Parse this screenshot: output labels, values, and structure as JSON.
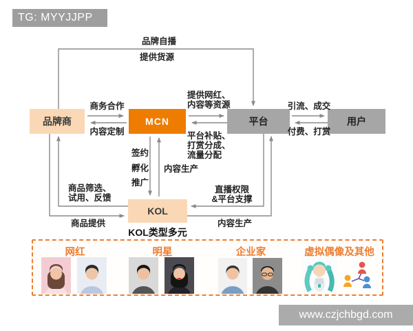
{
  "watermark_top": "TG: MYYJJPP",
  "watermark_bottom": "www.czjchbgd.com",
  "nodes": {
    "brand": "品牌商",
    "mcn": "MCN",
    "platform": "平台",
    "user": "用户",
    "kol": "KOL",
    "kol_caption": "KOL类型多元"
  },
  "edges": {
    "brand_self_broadcast_line1": "品牌自播",
    "brand_self_broadcast_line2": "提供货源",
    "brand_to_mcn": "商务合作",
    "mcn_to_brand": "内容定制",
    "mcn_to_platform_line1": "提供网红、",
    "mcn_to_platform_line2": "内容等资源",
    "platform_to_mcn_line1": "平台补贴、",
    "platform_to_mcn_line2": "打赏分成、",
    "platform_to_mcn_line3": "流量分配",
    "platform_to_user": "引流、成交",
    "user_to_platform": "付费、打赏",
    "mcn_to_kol_line1": "签约",
    "mcn_to_kol_line2": "孵化",
    "mcn_to_kol_line3": "推广",
    "kol_to_mcn": "内容生产",
    "kol_to_brand_line1": "商品筛选、",
    "kol_to_brand_line2": "试用、反馈",
    "brand_to_kol": "商品提供",
    "platform_to_kol_line1": "直播权限",
    "platform_to_kol_line2": "&平台支撑",
    "kol_to_platform": "内容生产"
  },
  "kol_panel": {
    "categories": [
      {
        "label": "网红"
      },
      {
        "label": "明星"
      },
      {
        "label": "企业家"
      },
      {
        "label": "虚拟偶像及其他"
      }
    ]
  },
  "colors": {
    "accent_orange": "#ED7D31",
    "mcn_orange": "#EE7C00",
    "node_peach": "#FAD8B6",
    "node_gray": "#A6A6A6",
    "connector_gray": "#8A8A8A",
    "banner_gray": "#9E9E9E"
  }
}
